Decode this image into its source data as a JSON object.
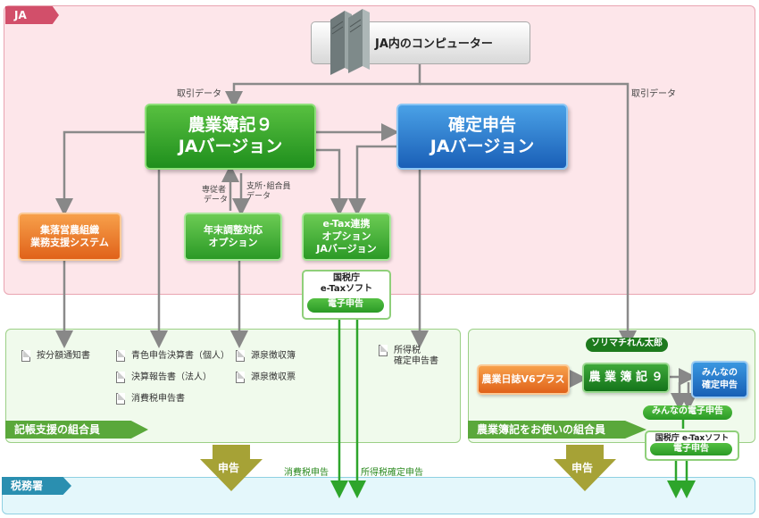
{
  "regions": {
    "ja": "JA",
    "kicho": "記帳支援の組合員",
    "noki_users": "農業簿記をお使いの組合員",
    "zeimusho": "税務署"
  },
  "computer": "JA内のコンピューター",
  "labels": {
    "torihiki_left": "取引データ",
    "torihiki_right": "取引データ",
    "jujusha_1": "専従者",
    "jujusha_2": "データ",
    "shisho_1": "支所･組合員",
    "shisho_2": "データ",
    "shohizei": "消費税申告",
    "shotokuzei": "所得税確定申告"
  },
  "boxes": {
    "noki9_ja_line1": "農業簿記９",
    "noki9_ja_line2": "JAバージョン",
    "kakutei_line1": "確定申告",
    "kakutei_line2": "JAバージョン",
    "shuraku_line1": "集落営農組織",
    "shuraku_line2": "業務支援システム",
    "nenmatsu_line1": "年末調整対応",
    "nenmatsu_line2": "オプション",
    "etax_line1": "e-Tax連携",
    "etax_line2": "オプション",
    "etax_line3": "JAバージョン",
    "kokuzei_line1": "国税庁",
    "kokuzei_line2": "e-Taxソフト",
    "kokuzei_pill": "電子申告",
    "nikki": "農業日誌V6プラス",
    "noki9": "農 業 簿 記 ９",
    "minna_kakutei_1": "みんなの",
    "minna_kakutei_2": "確定申告",
    "soricha": "ソリマチれん太郎",
    "minna_denshi": "みんなの電子申告",
    "kokuzei2_line1": "国税庁 e-Taxソフト",
    "kokuzei2_pill": "電子申告"
  },
  "docs": {
    "anbun": "按分額通知書",
    "aoiro": "青色申告決算書（個人）",
    "kessan": "決算報告書（法人）",
    "shohi": "消費税申告書",
    "gensen1": "源泉徴収簿",
    "gensen2": "源泉徴収票",
    "shotoku_1": "所得税",
    "shotoku_2": "確定申告書"
  },
  "shinkoku_arrows": [
    "申告",
    "申告"
  ],
  "colors": {
    "ja_bg": "#fde6ea",
    "member_bg": "#f0faec",
    "tax_bg": "#e4f7fb",
    "green_accent": "#2b9a26",
    "blue_accent": "#175fb5",
    "orange_accent": "#e0621a"
  }
}
